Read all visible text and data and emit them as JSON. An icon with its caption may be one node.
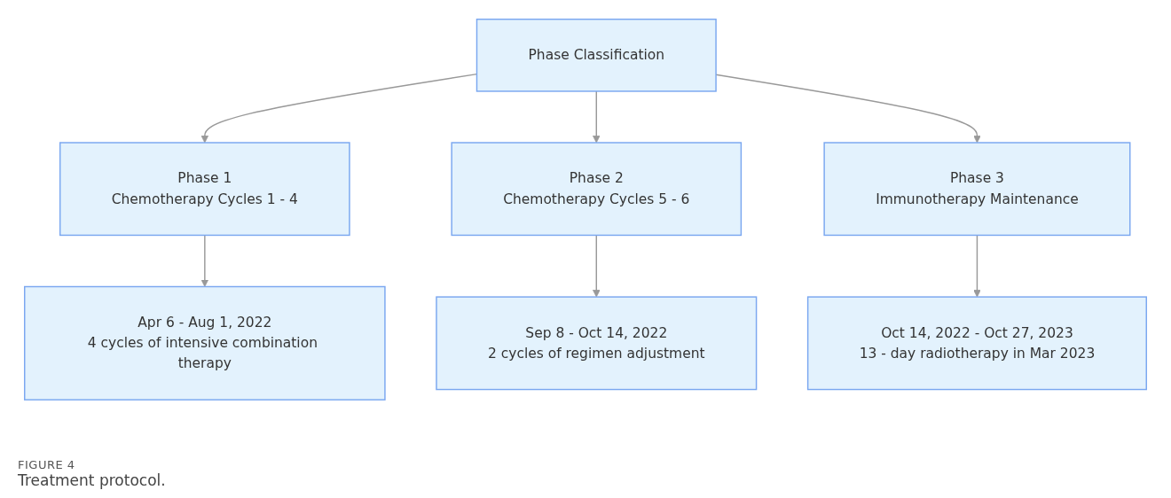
{
  "diagram": {
    "caption": "Treatment protocol.",
    "nodes": [
      {
        "text": [
          "Phase Classification"
        ]
      },
      {
        "text": [
          "Phase 1",
          "Chemotherapy Cycles 1 - 4"
        ]
      },
      {
        "text": [
          "Phase 2",
          "Chemotherapy Cycles 5 - 6"
        ]
      },
      {
        "text": [
          "Phase 3",
          "Immunotherapy Maintenance"
        ]
      },
      {
        "text": [
          "Apr 6 - Aug 1, 2022",
          "4 cycles of intensive combination therapy"
        ]
      },
      {
        "text": [
          "Sep 8 - Oct 14, 2022",
          "2 cycles of regimen adjustment"
        ]
      },
      {
        "text": [
          "Oct 14, 2022 - Oct 27, 2023",
          "13 - day radiotherapy in Mar 2023"
        ]
      }
    ],
    "edges": [
      {
        "from": 0,
        "to": 1,
        "arrow": "to"
      },
      {
        "from": 0,
        "to": 2,
        "arrow": "to"
      },
      {
        "from": 0,
        "to": 3,
        "arrow": "to"
      },
      {
        "from": 1,
        "to": 4,
        "arrow": "to"
      },
      {
        "from": 2,
        "to": 5,
        "arrow": "to"
      },
      {
        "from": 3,
        "to": 6,
        "arrow": "to"
      }
    ],
    "labels": [
      "FIGURE 4"
    ]
  }
}
